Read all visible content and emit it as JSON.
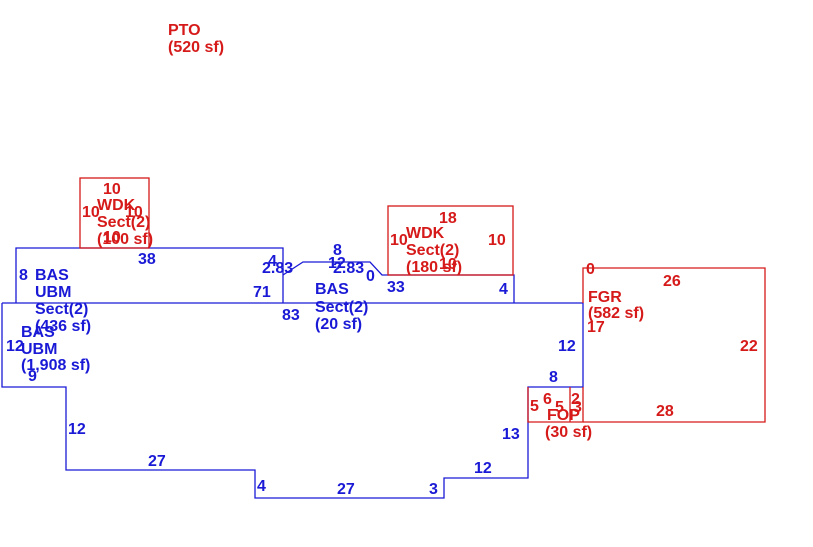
{
  "colors": {
    "blue": "#1a1ad6",
    "red": "#d61a1a"
  },
  "areas": {
    "pto": {
      "name": "PTO",
      "size": "(520 sf)"
    },
    "wdk_left": {
      "name": "WDK",
      "sect": "Sect(2)",
      "size": "(100 sf)"
    },
    "wdk_right": {
      "name": "WDK",
      "sect": "Sect(2)",
      "size": "(180 sf)"
    },
    "bas_upper": {
      "name": "BAS",
      "sub": "UBM",
      "sect": "Sect(2)",
      "size": "(436 sf)"
    },
    "bas_small": {
      "name": "BAS",
      "sect": "Sect(2)",
      "size": "(20 sf)"
    },
    "bas_main": {
      "name": "BAS",
      "sub": "UBM",
      "size": "(1,908 sf)"
    },
    "fgr": {
      "name": "FGR",
      "size": "(582 sf)"
    },
    "fop": {
      "name": "FOP",
      "size": "(30 sf)"
    }
  },
  "dimensions": {
    "blue": [
      "8",
      "38",
      "4",
      "2.83",
      "8",
      "12",
      "2.83",
      "0",
      "33",
      "4",
      "71",
      "83",
      "12",
      "9",
      "12",
      "27",
      "4",
      "27",
      "3",
      "12",
      "13",
      "8",
      "12"
    ],
    "red": [
      "10",
      "10",
      "10",
      "10",
      "18",
      "10",
      "10",
      "10",
      "0",
      "26",
      "17",
      "22",
      "28",
      "5",
      "6",
      "5",
      "2",
      "3"
    ]
  }
}
